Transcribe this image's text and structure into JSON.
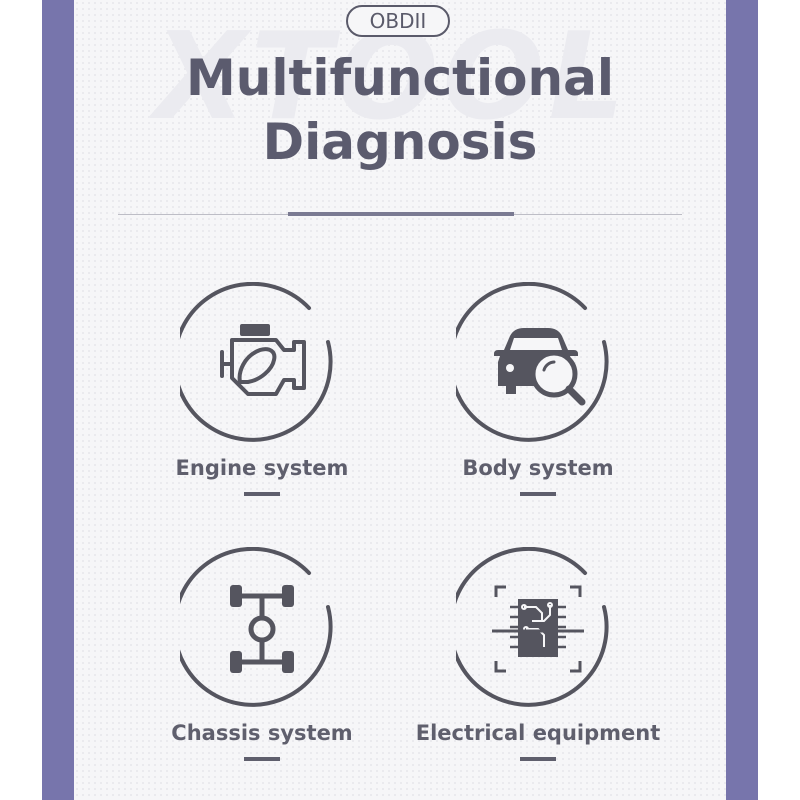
{
  "watermark": "XTOOL",
  "badge": "OBDII",
  "title": {
    "line1": "Multifunctional",
    "line2": "Diagnosis"
  },
  "features": [
    {
      "label": "Engine system",
      "icon": "engine-icon"
    },
    {
      "label": "Body system",
      "icon": "car-search-icon"
    },
    {
      "label": "Chassis system",
      "icon": "chassis-icon"
    },
    {
      "label": "Electrical equipment",
      "icon": "chip-scan-icon"
    }
  ],
  "colors": {
    "frame": "#7775ac",
    "text": "#5b5b6e",
    "icon": "#55555f"
  }
}
